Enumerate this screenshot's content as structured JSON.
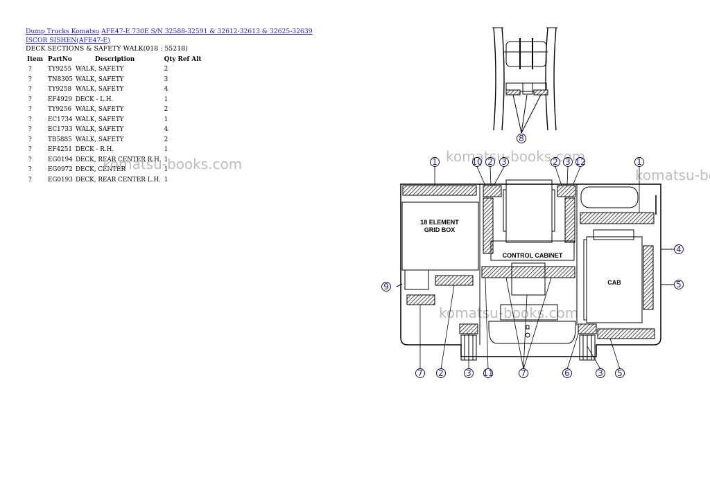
{
  "breadcrumb": {
    "link1": "Dump Trucks Komatsu",
    "link2": "AFE47-E 730E S/N 32588-32591 & 32612-32613 & 32625-32639 ISCOR SISHEN(AFE47-E)"
  },
  "subtitle": "DECK SECTIONS & SAFETY WALK(018 : 55218)",
  "table": {
    "headers": [
      "Item",
      "PartNo",
      "Description",
      "Qty",
      "Ref",
      "Alt"
    ],
    "rows": [
      {
        "item": "?",
        "part": "TY9255",
        "desc": "WALK, SAFETY",
        "qty": "2"
      },
      {
        "item": "?",
        "part": "TN8305",
        "desc": "WALK, SAFETY",
        "qty": "3"
      },
      {
        "item": "?",
        "part": "TY9258",
        "desc": "WALK, SAFETY",
        "qty": "4"
      },
      {
        "item": "?",
        "part": "EF4929",
        "desc": "DECK - L.H.",
        "qty": "1"
      },
      {
        "item": "?",
        "part": "TY9256",
        "desc": "WALK, SAFETY",
        "qty": "2"
      },
      {
        "item": "?",
        "part": "EC1734",
        "desc": "WALK, SAFETY",
        "qty": "1"
      },
      {
        "item": "?",
        "part": "EC1733",
        "desc": "WALK, SAFETY",
        "qty": "4"
      },
      {
        "item": "?",
        "part": "TB5885",
        "desc": "WALK, SAFETY",
        "qty": "2"
      },
      {
        "item": "?",
        "part": "EF4251",
        "desc": "DECK - R.H.",
        "qty": "1"
      },
      {
        "item": "?",
        "part": "EG0194",
        "desc": "DECK, REAR CENTER R.H.",
        "qty": "1"
      },
      {
        "item": "?",
        "part": "EG0972",
        "desc": "DECK, CENTER",
        "qty": "1"
      },
      {
        "item": "?",
        "part": "EG0193",
        "desc": "DECK, REAR CENTER L.H.",
        "qty": "1"
      }
    ]
  },
  "watermark": "komatsu-books.com",
  "diagram": {
    "labels": {
      "grid_box_line1": "18 ELEMENT",
      "grid_box_line2": "GRID BOX",
      "control_cabinet": "CONTROL CABINET",
      "cab": "CAB"
    },
    "callouts": [
      "8",
      "1",
      "10",
      "2",
      "3",
      "2",
      "3",
      "12",
      "1",
      "4",
      "5",
      "9",
      "7",
      "2",
      "3",
      "11",
      "7",
      "6",
      "3",
      "5"
    ]
  }
}
